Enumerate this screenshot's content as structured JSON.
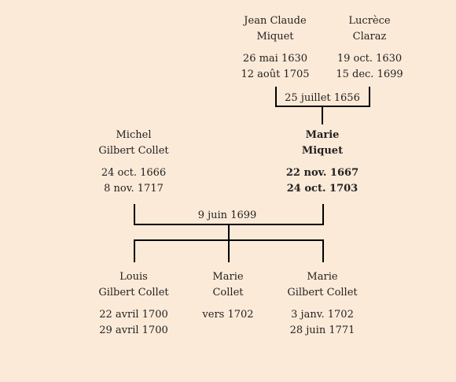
{
  "tree": {
    "grandparents": {
      "father": {
        "name_line1": "Jean Claude",
        "name_line2": "Miquet",
        "birth": "26 mai 1630",
        "death": "12 août 1705"
      },
      "mother": {
        "name_line1": "Lucrèce",
        "name_line2": "Claraz",
        "birth": "19 oct. 1630",
        "death": "15 dec. 1699"
      },
      "marriage_date": "25 juillet 1656"
    },
    "parents": {
      "husband": {
        "name_line1": "Michel",
        "name_line2": "Gilbert Collet",
        "birth": "24 oct. 1666",
        "death": "8 nov. 1717"
      },
      "wife": {
        "name_line1": "Marie",
        "name_line2": "Miquet",
        "birth": "22 nov. 1667",
        "death": "24 oct. 1703",
        "highlighted": true
      },
      "marriage_date": "9 juin 1699"
    },
    "children": [
      {
        "name_line1": "Louis",
        "name_line2": "Gilbert Collet",
        "birth": "22 avril 1700",
        "death": "29 avril 1700"
      },
      {
        "name_line1": "Marie",
        "name_line2": "Collet",
        "birth": "vers 1702",
        "death": ""
      },
      {
        "name_line1": "Marie",
        "name_line2": "Gilbert Collet",
        "birth": "3 janv. 1702",
        "death": "28 juin 1771"
      }
    ],
    "colors": {
      "background": "#fcead8",
      "line": "#000000",
      "text": "#222222"
    }
  }
}
